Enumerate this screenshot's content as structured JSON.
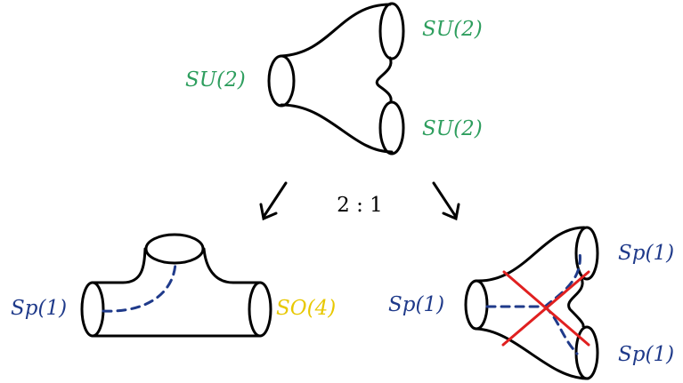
{
  "labels": {
    "top_left": "SU(2)",
    "top_right_upper": "SU(2)",
    "top_right_lower": "SU(2)",
    "ratio": "2 : 1",
    "bottom_left_left": "Sp(1)",
    "bottom_left_right": "SO(4)",
    "bottom_right_left": "Sp(1)",
    "bottom_right_upper": "Sp(1)",
    "bottom_right_lower": "Sp(1)"
  },
  "colors": {
    "su": "#2e9e5e",
    "sp": "#1f3a8a",
    "so": "#e8c800",
    "cross": "#e02020",
    "outline": "#000000"
  }
}
